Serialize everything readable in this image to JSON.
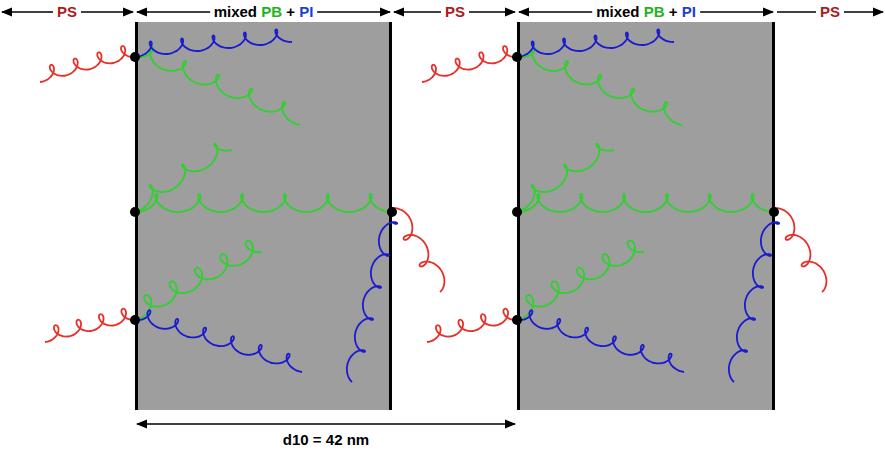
{
  "diagram": {
    "nodes": [
      {
        "text": [
          "mixed PB + PI"
        ]
      },
      {
        "text": [
          "mixed PB + PI"
        ]
      }
    ],
    "labels": [
      "PS",
      "PS",
      "PS",
      "d10 = 42 nm"
    ]
  }
}
